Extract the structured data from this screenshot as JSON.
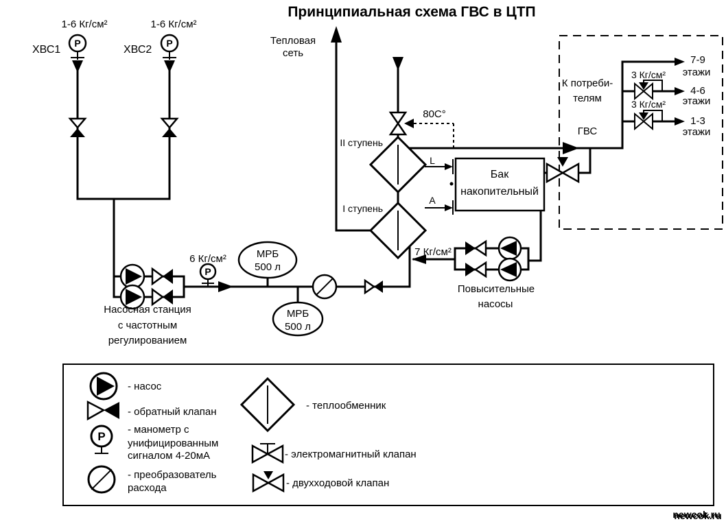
{
  "colors": {
    "ink": "#000000",
    "watermark_red": "#8b1616",
    "watermark_gray": "#c8c8c8",
    "background": "#ffffff"
  },
  "title": "Принципиальная схема ГВС в ЦТП",
  "gauge_letter": "P",
  "cold_water": {
    "inlet1": "ХВС1",
    "inlet2": "ХВС2",
    "pressure1": "1-6 Кг/см²",
    "pressure2": "1-6 Кг/см²"
  },
  "heat_network": {
    "name_line1": "Тепловая",
    "name_line2": "сеть",
    "control_temp": "80С°"
  },
  "stages": {
    "stage2": "II ступень",
    "stage1": "I ступень"
  },
  "tank": {
    "name_line1": "Бак",
    "name_line2": "накопительный",
    "level_top": "L",
    "level_bottom": "A"
  },
  "pump_station": {
    "pressure": "6 Кг/см²",
    "name_line1": "Насосная станция",
    "name_line2": "с частотным",
    "name_line3": "регулированием"
  },
  "expansion_upper": {
    "name": "МРБ",
    "volume": "500 л"
  },
  "expansion_lower": {
    "name": "МРБ",
    "volume": "500 л"
  },
  "booster": {
    "pressure": "7 Кг/см²",
    "name_line1": "Повысительные",
    "name_line2": "насосы"
  },
  "consumers": {
    "to_line1": "К потреби-",
    "to_line2": "телям",
    "gvs": "ГВС",
    "reg_pressure1": "3 Кг/см²",
    "reg_pressure2": "3 Кг/см²",
    "floor1_range": "7-9",
    "floor1_word": "этажи",
    "floor2_range": "4-6",
    "floor2_word": "этажи",
    "floor3_range": "1-3",
    "floor3_word": "этажи"
  },
  "legend": {
    "pump": "- насос",
    "check_valve": "- обратный клапан",
    "gauge_line1": "- манометр с",
    "gauge_line2": "унифицированным",
    "gauge_line3": "сигналом 4-20мА",
    "flow_line1": "- преобразователь",
    "flow_line2": "расхода",
    "heat_exchanger": "- теплообменник",
    "em_valve": "- электромагнитный клапан",
    "two_way_valve": "- двухходовой клапан"
  },
  "watermark": "newcok.ru"
}
